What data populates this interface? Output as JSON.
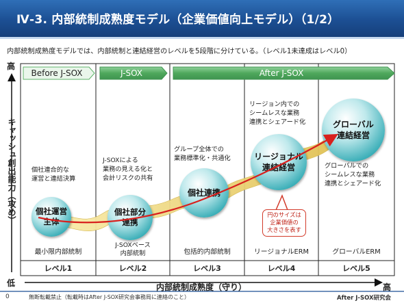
{
  "title": "Ⅳ-3. 内部統制成熟度モデル（企業価値向上モデル）（1/2）",
  "subtitle": "内部統制成熟度モデルでは、内部統制と連結経営のレベルを5段階に分けている。（レベル1未達成はレベル0）",
  "y_axis": {
    "label": "キャッシュ創出能力（攻め）",
    "high": "高",
    "low": "低"
  },
  "x_axis": {
    "label": "内部統制成熟度（守り）",
    "high": "高"
  },
  "phases": [
    "Before J-SOX",
    "J-SOX",
    "After J-SOX"
  ],
  "levels": [
    {
      "label": "レベル1",
      "desc": "最小限内部統制",
      "text": [
        "個社連合的な",
        "運営と連結決算"
      ],
      "bubble": [
        "個社運営",
        "主体"
      ]
    },
    {
      "label": "レベル2",
      "desc": [
        "J-SOXベース",
        "内部統制"
      ],
      "text": [
        "J-SOXによる",
        "業務の見える化と",
        "会計リスクの共有"
      ],
      "bubble": [
        "個社部分",
        "連携"
      ]
    },
    {
      "label": "レベル3",
      "desc": "包括的内部統制",
      "text": [
        "グループ全体での",
        "業務標準化・共通化"
      ],
      "bubble": [
        "個社連携"
      ]
    },
    {
      "label": "レベル4",
      "desc": "リージョナルERM",
      "text": [
        "リージョン内での",
        "シームレスな業務",
        "連携とシェアード化"
      ],
      "bubble": [
        "リージョナル",
        "連結経営"
      ]
    },
    {
      "label": "レベル5",
      "desc": "グローバルERM",
      "text": [
        "グローバルでの",
        "シームレスな業務",
        "連携とシェアード化"
      ],
      "bubble": [
        "グローバル",
        "連結経営"
      ]
    }
  ],
  "callout": [
    "円のサイズは",
    "企業価値の",
    "大きさを表す"
  ],
  "footer": {
    "page": "0",
    "note": "無断転載禁止（転載時はAfter J-SOX研究会事務局に連絡のこと）",
    "org": "After J-SOX研究会"
  },
  "colors": {
    "title_bar": "#1c4f93",
    "phase": "#5fb36a",
    "phase_light": "#e9f5ea",
    "bubble": "#2fa9b3",
    "arrow": "#d8201e",
    "swoosh": "#e7cf63",
    "callout": "#d23a2a"
  }
}
